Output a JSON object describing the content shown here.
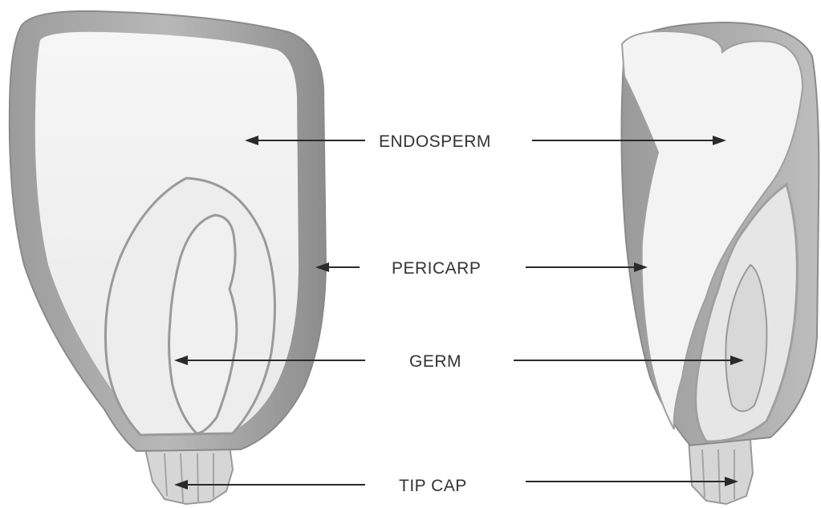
{
  "labels": {
    "endosperm": "ENDOSPERM",
    "pericarp": "PERICARP",
    "germ": "GERM",
    "tip_cap": "TIP CAP"
  },
  "colors": {
    "pericarp_shell": "#a9a9a9",
    "pericarp_dark": "#8f8f8f",
    "endosperm_fill": "#f1f1f1",
    "germ_fill": "#ececec",
    "germ_outline": "#9a9a9a",
    "label_text": "#333333",
    "arrow": "#2a2a2a"
  }
}
